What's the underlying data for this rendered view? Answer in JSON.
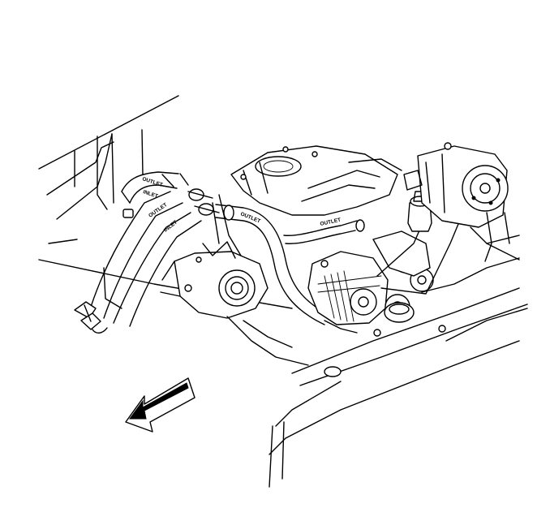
{
  "diagram": {
    "hose_labels": {
      "outlet_upper": "OUTLET",
      "inlet_upper": "INLET",
      "outlet_lower": "OUTLET",
      "inlet_lower": "INLET",
      "outlet_mid": "OUTLET",
      "outlet_right": "OUTLET"
    },
    "arrow_icon": "direction-arrow-icon",
    "colors": {
      "line": "#000000",
      "background": "#ffffff",
      "arrow_fill": "#ffffff"
    }
  }
}
